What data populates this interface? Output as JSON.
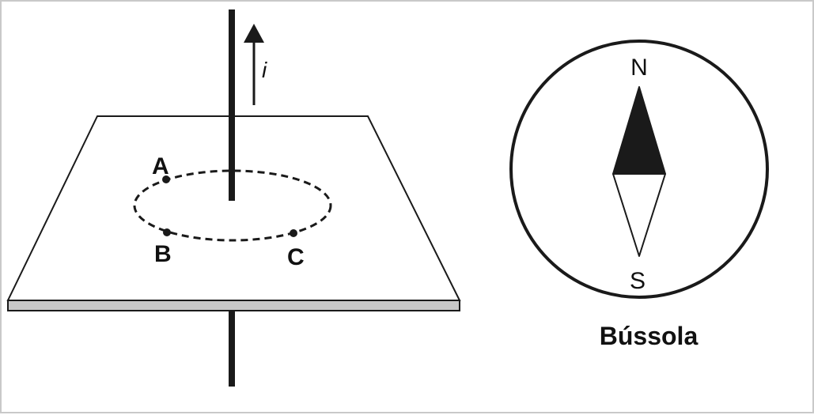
{
  "figure": {
    "current_label": "i",
    "points": {
      "a": "A",
      "b": "B",
      "c": "C"
    },
    "compass": {
      "north": "N",
      "south": "S",
      "caption": "Bússola"
    }
  }
}
